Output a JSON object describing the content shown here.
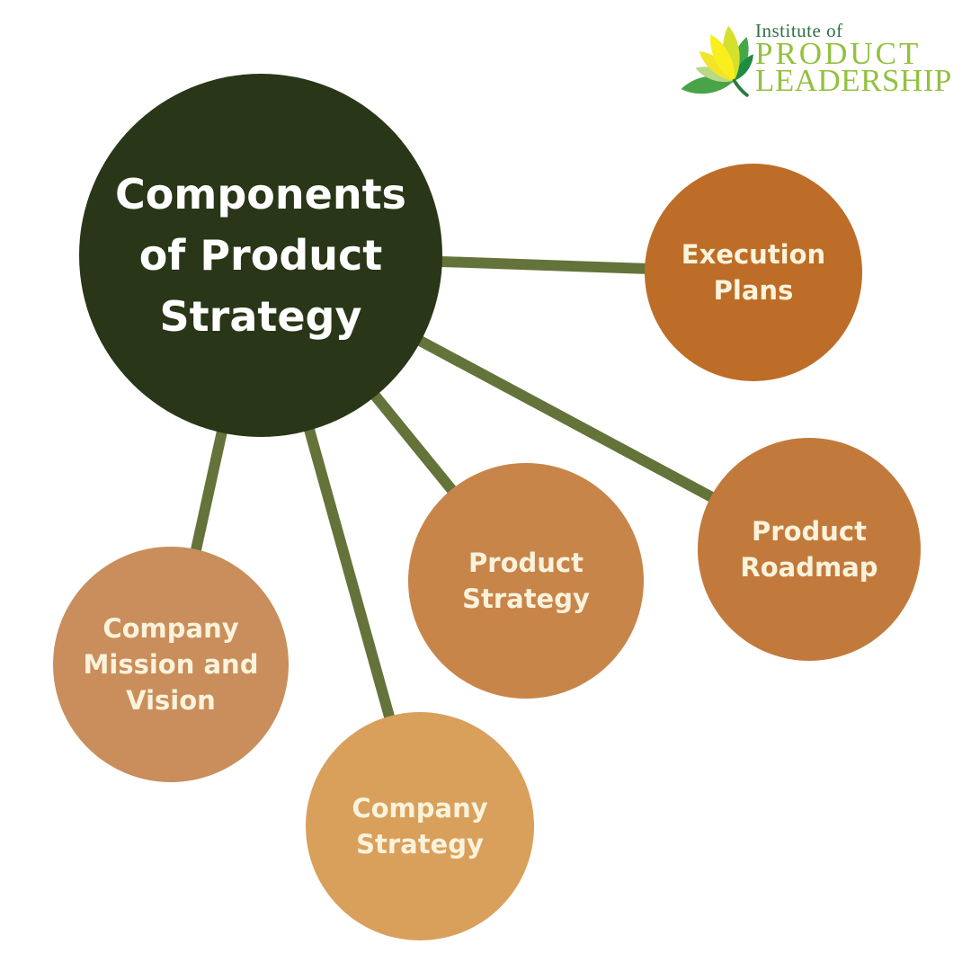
{
  "logo": {
    "icon": "lotus-leaf-icon",
    "brand_top": "Institute of",
    "brand_line1": "PRODUCT",
    "brand_line2": "LEADERSHIP",
    "colors": {
      "brand_top_text": "#2d7148",
      "brand_main_text": "#93c13f"
    }
  },
  "diagram": {
    "type": "mind-map",
    "connector_color": "#64733a",
    "center": {
      "label": "Components of Product Strategy",
      "color": "#293617",
      "text_color": "#ffffff"
    },
    "node_text_color": "#faf3dc",
    "nodes": [
      {
        "id": "execution-plans",
        "label": "Execution Plans",
        "color": "#bd6d27"
      },
      {
        "id": "product-roadmap",
        "label": "Product Roadmap",
        "color": "#c27a3c"
      },
      {
        "id": "product-strategy",
        "label": "Product Strategy",
        "color": "#c8854a"
      },
      {
        "id": "company-mission",
        "label": "Company Mission and Vision",
        "color": "#c98e5b"
      },
      {
        "id": "company-strategy",
        "label": "Company Strategy",
        "color": "#d9a05c"
      }
    ]
  }
}
